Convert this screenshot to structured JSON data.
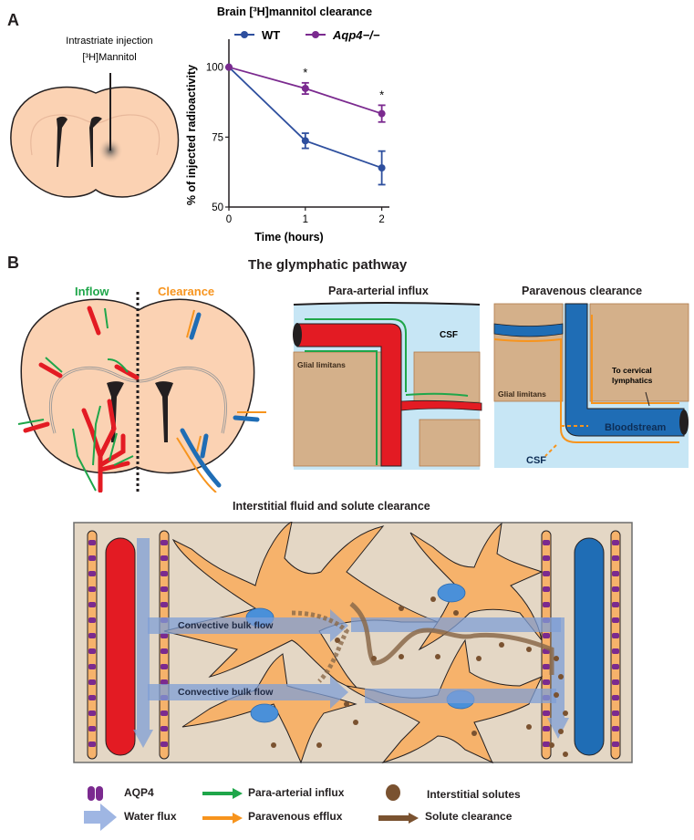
{
  "panel_a": {
    "letter": "A",
    "brain_label_line1": "Intrastriate injection",
    "brain_label_line2": "[³H]Mannitol"
  },
  "chart_data": {
    "type": "line",
    "title": "Brain [³H]mannitol clearance",
    "xlabel": "Time (hours)",
    "ylabel": "% of injected radioactivity",
    "x": [
      0,
      1,
      2
    ],
    "x_ticks": [
      "0",
      "1",
      "2"
    ],
    "y_ticks": [
      "50",
      "75",
      "100"
    ],
    "ylim": [
      50,
      110
    ],
    "xlim": [
      0,
      2.1
    ],
    "legend_position": "top",
    "series": [
      {
        "name": "WT",
        "color": "#2e4f9e",
        "values": [
          100,
          73.7,
          64.0
        ],
        "errors": [
          0,
          2.7,
          6.0
        ]
      },
      {
        "name": "Aqp4−/−",
        "color": "#7b2a8f",
        "values": [
          100,
          92.4,
          83.4
        ],
        "errors": [
          0,
          2.0,
          3.0
        ]
      }
    ],
    "annotations": [
      {
        "text": "*",
        "x": 1
      },
      {
        "text": "*",
        "x": 2
      }
    ]
  },
  "panel_b": {
    "letter": "B",
    "title": "The glymphatic pathway",
    "inflow_label": "Inflow",
    "clearance_label": "Clearance",
    "para_arterial": {
      "title": "Para-arterial influx",
      "csf": "CSF",
      "glial": "Glial limitans"
    },
    "paravenous": {
      "title": "Paravenous clearance",
      "glial": "Glial limitans",
      "lymph_line1": "To cervical",
      "lymph_line2": "lymphatics",
      "bloodstream": "Bloodstream",
      "csf": "CSF"
    },
    "interstitial": {
      "title": "Interstitial fluid and solute clearance",
      "flow1": "Convective bulk flow",
      "flow2": "Convective bulk flow"
    }
  },
  "legend": {
    "aqp4": "AQP4",
    "water_flux": "Water flux",
    "para_arterial": "Para-arterial influx",
    "paravenous": "Paravenous efflux",
    "solutes": "Interstitial solutes",
    "solute_clearance": "Solute clearance"
  },
  "colors": {
    "artery": "#e31b23",
    "vein": "#1f6db5",
    "brain": "#fbd2b3",
    "tissue": "#d4b08a",
    "csf": "#c7e6f5",
    "inflow": "#1fa64a",
    "efflux": "#f7941d",
    "aqp4": "#7b2a8f",
    "water": "#7f9fd6",
    "solute": "#7a5230"
  }
}
